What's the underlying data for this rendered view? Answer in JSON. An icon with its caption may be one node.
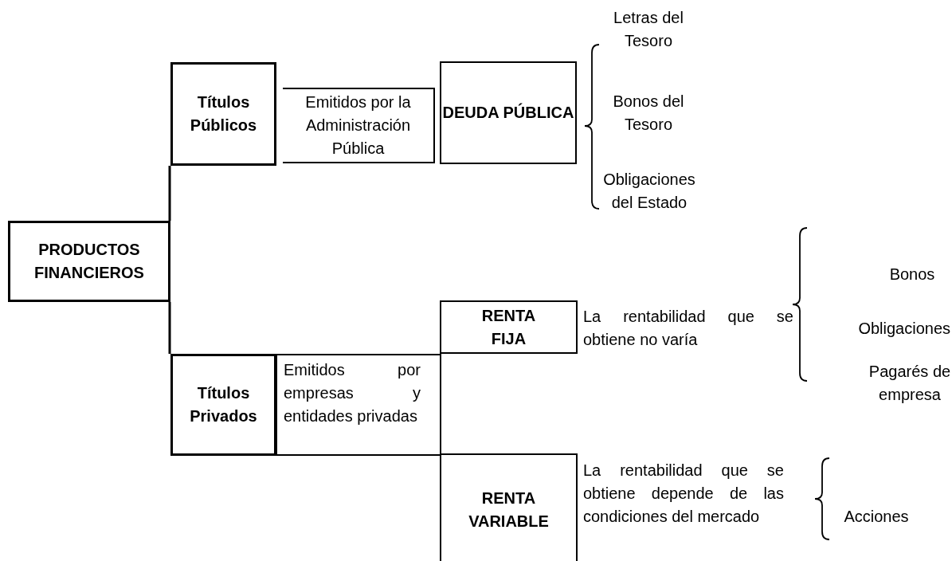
{
  "diagram": {
    "nodes": [
      {
        "text": [
          "PRODUCTOS FINANCIEROS"
        ]
      },
      {
        "text": [
          "Títulos Públicos"
        ]
      },
      {
        "text": [
          "Emitidos por la Administración Pública"
        ]
      },
      {
        "text": [
          "DEUDA PÚBLICA"
        ]
      },
      {
        "text": [
          "Títulos Privados"
        ]
      },
      {
        "text": [
          "Emitidos por empresas y entidades privadas"
        ]
      },
      {
        "text": [
          "RENTA FIJA"
        ],
        "beside": [
          "La rentabilidad que se obtiene no varía"
        ]
      },
      {
        "text": [
          "RENTA VARIABLE"
        ],
        "beside": [
          "La rentabilidad que se obtiene depende de las condiciones del mercado"
        ]
      }
    ],
    "edges": [
      {
        "from": 0,
        "to": 1,
        "arrow": "none"
      },
      {
        "from": 0,
        "to": 4,
        "arrow": "none"
      }
    ],
    "labels": [
      "Letras del Tesoro",
      "Bonos del Tesoro",
      "Obligaciones del Estado",
      "Bonos",
      "Obligaciones",
      "Pagarés de empresa",
      "Acciones"
    ]
  }
}
